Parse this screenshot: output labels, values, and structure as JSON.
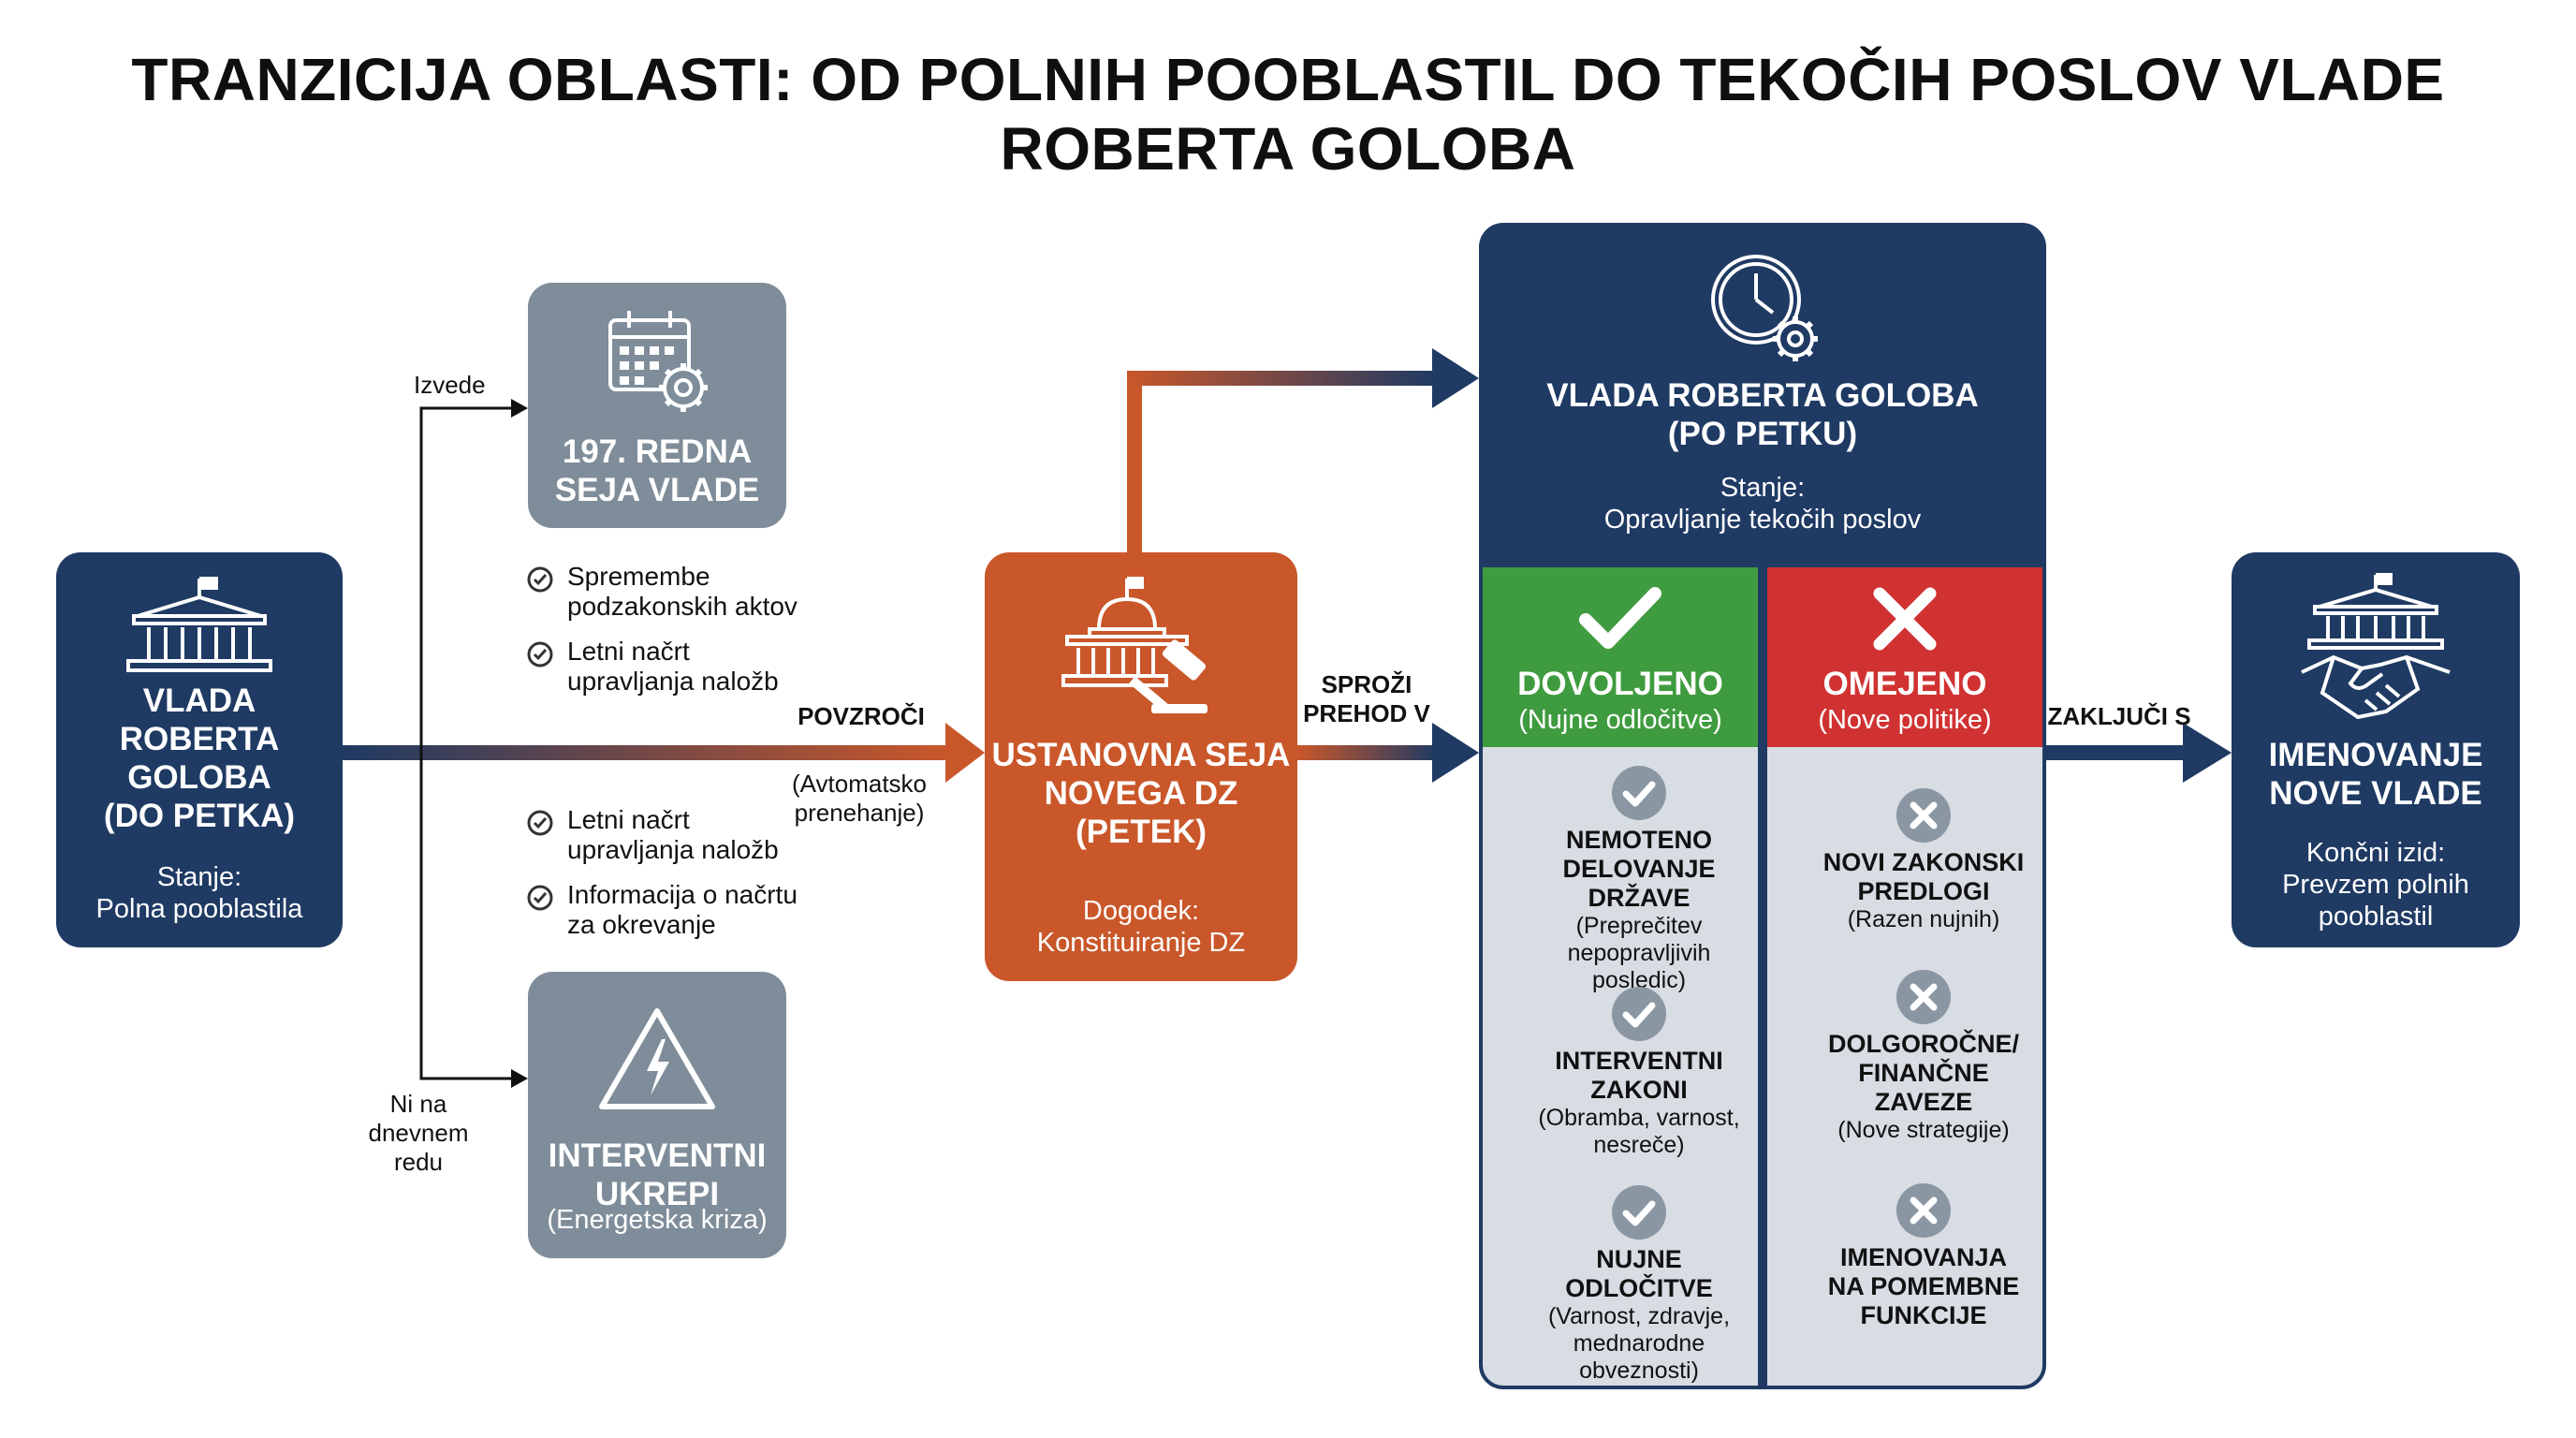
{
  "title": "TRANZICIJA OBLASTI: OD POLNIH POOBLASTIL DO TEKOČIH POSLOV VLADE ROBERTA GOLOBA",
  "colors": {
    "navy": "#1f3a63",
    "grey": "#7f8d9a",
    "orange": "#c9572a",
    "green": "#3f9b3f",
    "red": "#d03232",
    "panel": "#d8dde3"
  },
  "vlada_before": {
    "title": [
      "VLADA",
      "ROBERTA",
      "GOLOBA",
      "(DO PETKA)"
    ],
    "state_label": "Stanje:",
    "state_value": "Polna pooblastila"
  },
  "seja197": {
    "title": [
      "197. REDNA",
      "SEJA VLADE"
    ]
  },
  "izvede_label": "Izvede",
  "seja_items": [
    [
      "Spremembe",
      "podzakonskih aktov"
    ],
    [
      "Letni načrt",
      "upravljanja naložb"
    ],
    [
      "Letni načrt",
      "upravljanja naložb"
    ],
    [
      "Informacija o načrtu",
      "za okrevanje"
    ]
  ],
  "ni_na_label": [
    "Ni na",
    "dnevnem",
    "redu"
  ],
  "interventni": {
    "title": [
      "INTERVENTNI",
      "UKREPI"
    ],
    "subtitle": "(Energetska kriza)"
  },
  "povzroci": {
    "label": "POVZROČI",
    "note": [
      "(Avtomatsko",
      "prenehanje)"
    ]
  },
  "ustanovna": {
    "title": [
      "USTANOVNA SEJA",
      "NOVEGA DZ",
      "(PETEK)"
    ],
    "event_label": "Dogodek:",
    "event_value": "Konstituiranje DZ"
  },
  "sprozi": [
    "SPROŽI",
    "PREHOD V"
  ],
  "vlada_after": {
    "title": [
      "VLADA ROBERTA GOLOBA",
      "(PO PETKU)"
    ],
    "state_label": "Stanje:",
    "state_value": "Opravljanje tekočih poslov"
  },
  "dovoljeno": {
    "title": "DOVOLJENO",
    "subtitle": "(Nujne odločitve)",
    "items": [
      {
        "title": [
          "NEMOTENO",
          "DELOVANJE",
          "DRŽAVE"
        ],
        "sub": [
          "(Preprečitev",
          "nepopravljivih posledic)"
        ]
      },
      {
        "title": [
          "INTERVENTNI",
          "ZAKONI"
        ],
        "sub": [
          "(Obramba, varnost,",
          "nesreče)"
        ]
      },
      {
        "title": [
          "NUJNE ODLOČITVE"
        ],
        "sub": [
          "(Varnost, zdravje,",
          "mednarodne",
          "obveznosti)"
        ]
      }
    ]
  },
  "omejeno": {
    "title": "OMEJENO",
    "subtitle": "(Nove politike)",
    "items": [
      {
        "title": [
          "NOVI ZAKONSKI",
          "PREDLOGI"
        ],
        "sub": [
          "(Razen nujnih)"
        ]
      },
      {
        "title": [
          "DOLGOROČNE/",
          "FINANČNE",
          "ZAVEZE"
        ],
        "sub": [
          "(Nove strategije)"
        ]
      },
      {
        "title": [
          "IMENOVANJA",
          "NA POMEMBNE",
          "FUNKCIJE"
        ],
        "sub": []
      }
    ]
  },
  "zakljuci": "ZAKLJUČI S",
  "imenovanje": {
    "title": [
      "IMENOVANJE",
      "NOVE VLADE"
    ],
    "result_label": "Končni izid:",
    "result_value": [
      "Prevzem polnih",
      "pooblastil"
    ]
  },
  "icons": {
    "government": "government-building-icon",
    "calendar": "calendar-gear-icon",
    "warning": "warning-lightning-icon",
    "gavel": "capitol-gavel-icon",
    "clock": "clock-gear-icon",
    "check": "check-icon",
    "cross": "cross-icon",
    "handshake": "building-handshake-icon"
  }
}
